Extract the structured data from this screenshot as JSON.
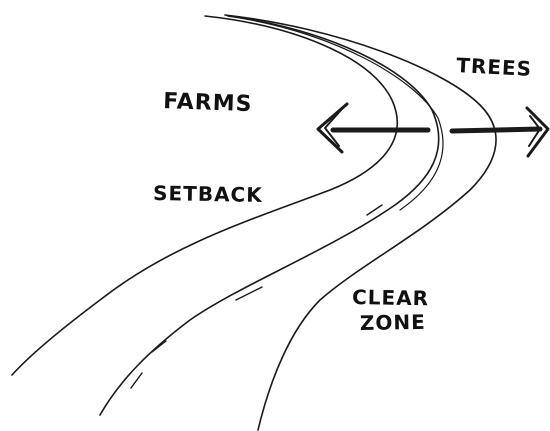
{
  "labels": {
    "farms": "FARMS",
    "trees": "TREES",
    "setback": "SETBACK",
    "clear_zone_line1": "CLEAR",
    "clear_zone_line2": "ZONE"
  },
  "colors": {
    "ink": "#1a1a1a",
    "paper": "#ffffff"
  },
  "icons": {
    "left_arrow": "arrow-left",
    "right_arrow": "arrow-right"
  }
}
